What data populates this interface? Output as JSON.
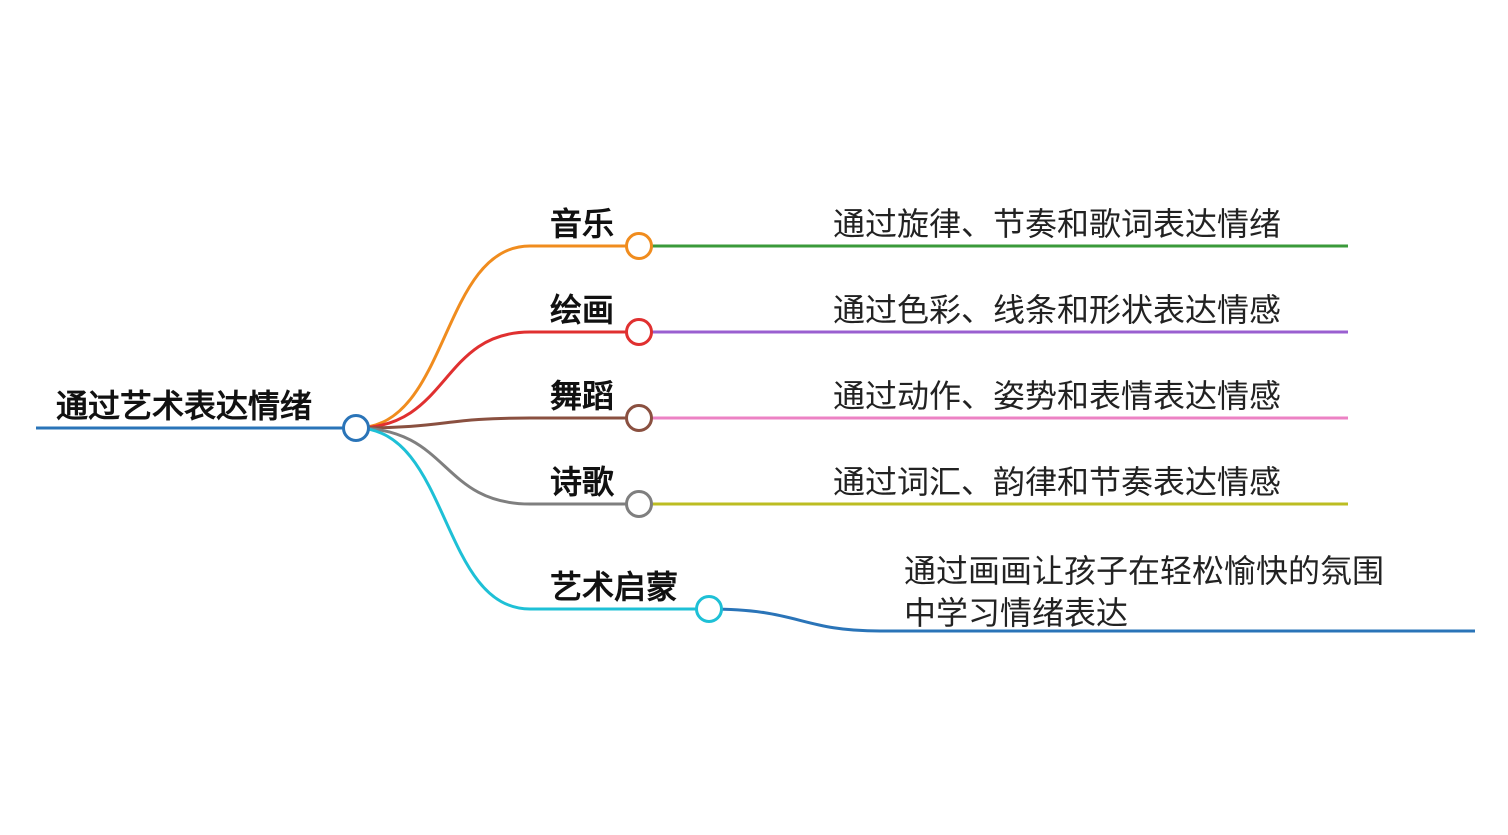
{
  "root": {
    "label": "通过艺术表达情绪",
    "color": "#2a74b8"
  },
  "branches": [
    {
      "label": "音乐",
      "color": "#f08c1e",
      "leaf": {
        "lines": [
          "通过旋律、节奏和歌词表达情绪"
        ],
        "color": "#3a9a3a"
      }
    },
    {
      "label": "绘画",
      "color": "#e03030",
      "leaf": {
        "lines": [
          "通过色彩、线条和形状表达情感"
        ],
        "color": "#9a5fd0"
      }
    },
    {
      "label": "舞蹈",
      "color": "#8a5040",
      "leaf": {
        "lines": [
          "通过动作、姿势和表情表达情感"
        ],
        "color": "#ec82c4"
      }
    },
    {
      "label": "诗歌",
      "color": "#7f7f7f",
      "leaf": {
        "lines": [
          "通过词汇、韵律和节奏表达情感"
        ],
        "color": "#bcbd22"
      }
    },
    {
      "label": "艺术启蒙",
      "color": "#1ec0d6",
      "leaf": {
        "lines": [
          "通过画画让孩子在轻松愉快的氛围",
          "中学习情绪表达"
        ],
        "color": "#2a74b8"
      }
    }
  ]
}
